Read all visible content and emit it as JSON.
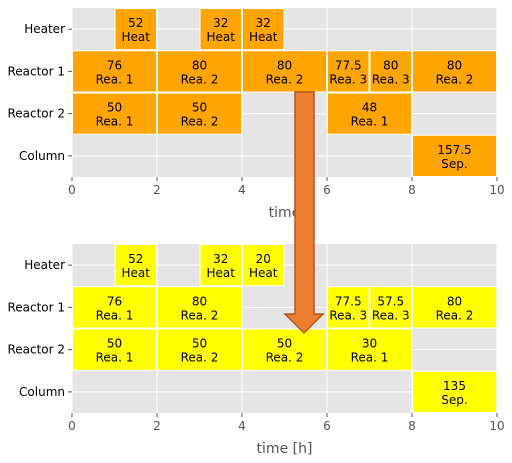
{
  "chart_data": [
    {
      "type": "gantt",
      "xlabel": "time",
      "xlim": [
        0,
        10
      ],
      "xticks": [
        "0",
        "2",
        "4",
        "6",
        "8",
        "10"
      ],
      "rows": [
        "Heater",
        "Reactor 1",
        "Reactor 2",
        "Column"
      ],
      "bar_color": "#ffa500",
      "tasks": [
        {
          "row": "Heater",
          "start": 1,
          "end": 2,
          "value": "52",
          "task": "Heat"
        },
        {
          "row": "Heater",
          "start": 3,
          "end": 4,
          "value": "32",
          "task": "Heat"
        },
        {
          "row": "Heater",
          "start": 4,
          "end": 5,
          "value": "32",
          "task": "Heat"
        },
        {
          "row": "Reactor 1",
          "start": 0,
          "end": 2,
          "value": "76",
          "task": "Rea. 1"
        },
        {
          "row": "Reactor 1",
          "start": 2,
          "end": 4,
          "value": "80",
          "task": "Rea. 2"
        },
        {
          "row": "Reactor 1",
          "start": 4,
          "end": 6,
          "value": "80",
          "task": "Rea. 2"
        },
        {
          "row": "Reactor 1",
          "start": 6,
          "end": 7,
          "value": "77.5",
          "task": "Rea. 3"
        },
        {
          "row": "Reactor 1",
          "start": 7,
          "end": 8,
          "value": "80",
          "task": "Rea. 3"
        },
        {
          "row": "Reactor 1",
          "start": 8,
          "end": 10,
          "value": "80",
          "task": "Rea. 2"
        },
        {
          "row": "Reactor 2",
          "start": 0,
          "end": 2,
          "value": "50",
          "task": "Rea. 1"
        },
        {
          "row": "Reactor 2",
          "start": 2,
          "end": 4,
          "value": "50",
          "task": "Rea. 2"
        },
        {
          "row": "Reactor 2",
          "start": 6,
          "end": 8,
          "value": "48",
          "task": "Rea. 1"
        },
        {
          "row": "Column",
          "start": 8,
          "end": 10,
          "value": "157.5",
          "task": "Sep."
        }
      ]
    },
    {
      "type": "gantt",
      "xlabel": "time [h]",
      "xlim": [
        0,
        10
      ],
      "xticks": [
        "0",
        "2",
        "4",
        "6",
        "8",
        "10"
      ],
      "rows": [
        "Heater",
        "Reactor 1",
        "Reactor 2",
        "Column"
      ],
      "bar_color": "#ffff00",
      "tasks": [
        {
          "row": "Heater",
          "start": 1,
          "end": 2,
          "value": "52",
          "task": "Heat"
        },
        {
          "row": "Heater",
          "start": 3,
          "end": 4,
          "value": "32",
          "task": "Heat"
        },
        {
          "row": "Heater",
          "start": 4,
          "end": 5,
          "value": "20",
          "task": "Heat"
        },
        {
          "row": "Reactor 1",
          "start": 0,
          "end": 2,
          "value": "76",
          "task": "Rea. 1"
        },
        {
          "row": "Reactor 1",
          "start": 2,
          "end": 4,
          "value": "80",
          "task": "Rea. 2"
        },
        {
          "row": "Reactor 1",
          "start": 6,
          "end": 7,
          "value": "77.5",
          "task": "Rea. 3"
        },
        {
          "row": "Reactor 1",
          "start": 7,
          "end": 8,
          "value": "57.5",
          "task": "Rea. 3"
        },
        {
          "row": "Reactor 1",
          "start": 8,
          "end": 10,
          "value": "80",
          "task": "Rea. 2"
        },
        {
          "row": "Reactor 2",
          "start": 0,
          "end": 2,
          "value": "50",
          "task": "Rea. 1"
        },
        {
          "row": "Reactor 2",
          "start": 2,
          "end": 4,
          "value": "50",
          "task": "Rea. 2"
        },
        {
          "row": "Reactor 2",
          "start": 4,
          "end": 6,
          "value": "50",
          "task": "Rea. 2"
        },
        {
          "row": "Reactor 2",
          "start": 6,
          "end": 8,
          "value": "30",
          "task": "Rea. 1"
        },
        {
          "row": "Column",
          "start": 8,
          "end": 10,
          "value": "135",
          "task": "Sep."
        }
      ]
    }
  ],
  "colors": {
    "axes_bg": "#e5e5e5",
    "grid": "#ffffff",
    "arrow_fill": "#ed7d31",
    "arrow_stroke": "#ae5a21",
    "text": "#000000",
    "tick_text": "#555555"
  }
}
